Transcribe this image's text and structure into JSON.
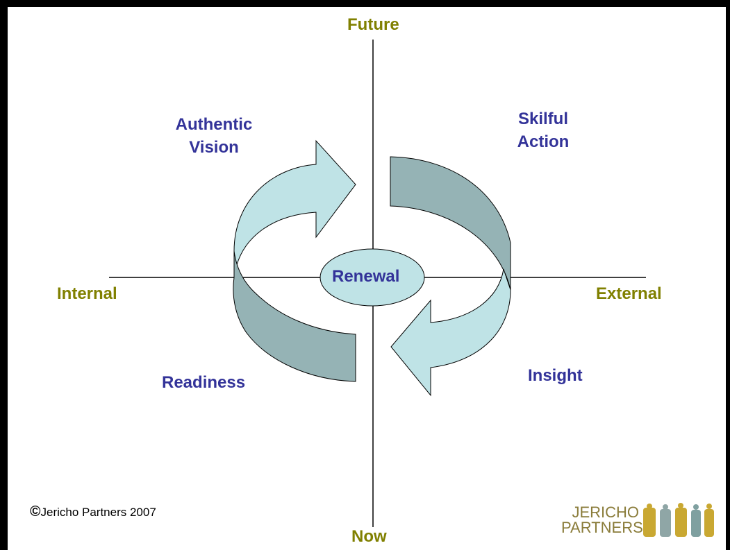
{
  "axes": {
    "top": "Future",
    "bottom": "Now",
    "left": "Internal",
    "right": "External"
  },
  "quadrants": {
    "top_left": [
      "Authentic",
      "Vision"
    ],
    "top_right": [
      "Skilful",
      "Action"
    ],
    "bottom_left": "Readiness",
    "bottom_right": "Insight"
  },
  "center": "Renewal",
  "footer": {
    "copyright_mark": "©",
    "copyright_text": "Jericho Partners 2007"
  },
  "logo": {
    "line1": "JERICHO",
    "line2": "PARTNERS"
  },
  "colors": {
    "axis_label": "#808000",
    "quadrant_label": "#333399",
    "arrow_light": "#bfe3e6",
    "arrow_dark": "#95b3b5"
  }
}
